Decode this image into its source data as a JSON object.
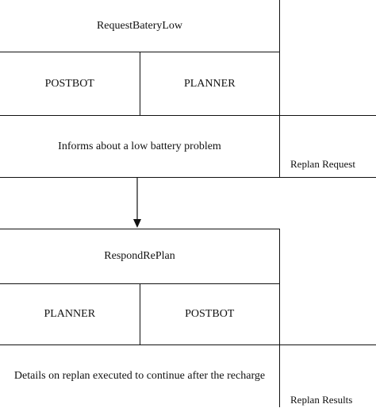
{
  "request_message": {
    "title": "RequestBateryLow",
    "sender": "POSTBOT",
    "receiver": "PLANNER",
    "description": "Informs about a low battery problem"
  },
  "response_message": {
    "title": "RespondRePlan",
    "sender": "PLANNER",
    "receiver": "POSTBOT",
    "description": "Details on replan executed to continue after the recharge"
  },
  "side_labels": {
    "request": "Replan Request",
    "results": "Replan Results"
  }
}
